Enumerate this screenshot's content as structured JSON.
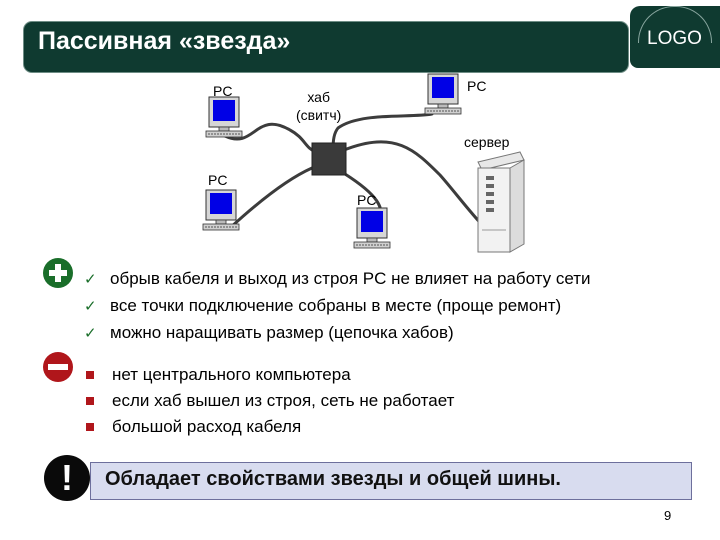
{
  "slide": {
    "title": "Пассивная «звезда»",
    "logo": "LOGO",
    "page_number": "9"
  },
  "diagram": {
    "pc_label": "PC",
    "hub_label_line1": "хаб",
    "hub_label_line2": "(свитч)",
    "server_label": "сервер"
  },
  "pros": {
    "icon": "plus-circle-icon",
    "items": [
      "обрыв кабеля и выход из строя PC не влияет на работу сети",
      "все точки подключение собраны в месте (проще ремонт)",
      "можно наращивать размер (цепочка хабов)"
    ]
  },
  "cons": {
    "icon": "minus-circle-icon",
    "items": [
      "нет центрального компьютера",
      "если хаб вышел из строя, сеть не работает",
      "большой расход кабеля"
    ]
  },
  "note": {
    "text": "Обладает свойствами звезды и общей шины."
  },
  "colors": {
    "title_bar": "#0f3a30",
    "plus": "#1a6e2a",
    "minus": "#b0161b",
    "note_fill": "#d8dcef"
  }
}
